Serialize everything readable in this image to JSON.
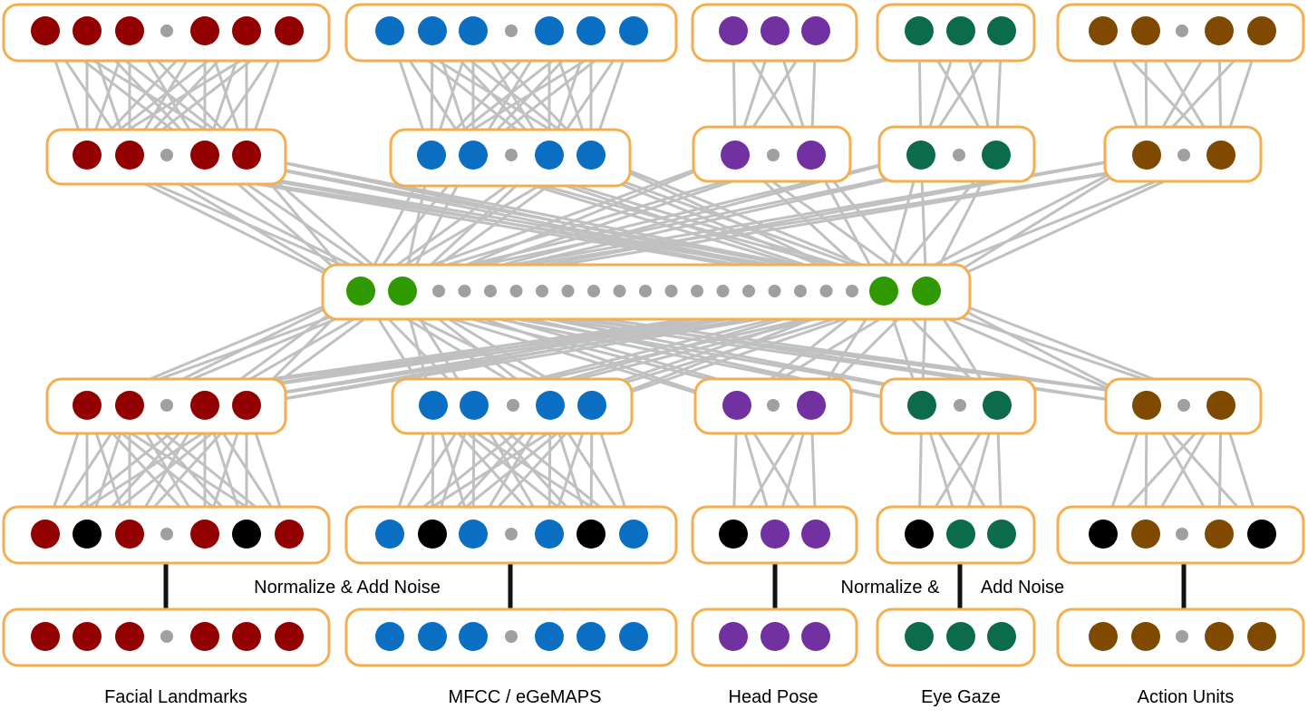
{
  "labels": {
    "facial_landmarks": "Facial Landmarks",
    "mfcc": "MFCC / eGeMAPS",
    "head_pose": "Head Pose",
    "eye_gaze": "Eye Gaze",
    "action_units": "Action Units",
    "normalize_left": "Normalize & Add Noise",
    "normalize_right_a": "Normalize &",
    "normalize_right_b": "Add Noise"
  },
  "colors": {
    "box_border": "#F5AE4E",
    "edge": "#C0C0C0",
    "ellipsis_dot": "#A0A0A0",
    "connector": "#111111",
    "facial_landmarks": "#920000",
    "mfcc": "#0A6FC2",
    "head_pose": "#7231A0",
    "eye_gaze": "#0B6B4A",
    "action_units": "#7F4A00",
    "fusion": "#2E9A00",
    "masked": "#000000"
  },
  "groups": [
    {
      "key": "facial_landmarks",
      "label_key": "facial_landmarks"
    },
    {
      "key": "mfcc",
      "label_key": "mfcc"
    },
    {
      "key": "head_pose",
      "label_key": "head_pose"
    },
    {
      "key": "eye_gaze",
      "label_key": "eye_gaze"
    },
    {
      "key": "action_units",
      "label_key": "action_units"
    }
  ],
  "layers": {
    "output": [
      {
        "group": "facial_landmarks",
        "nodes": [
          "c",
          "c",
          "c",
          "e",
          "c",
          "c",
          "c"
        ]
      },
      {
        "group": "mfcc",
        "nodes": [
          "c",
          "c",
          "c",
          "e",
          "c",
          "c",
          "c"
        ]
      },
      {
        "group": "head_pose",
        "nodes": [
          "c",
          "c",
          "c"
        ]
      },
      {
        "group": "eye_gaze",
        "nodes": [
          "c",
          "c",
          "c"
        ]
      },
      {
        "group": "action_units",
        "nodes": [
          "c",
          "c",
          "e",
          "c",
          "c"
        ]
      }
    ],
    "decoder": [
      {
        "group": "facial_landmarks",
        "nodes": [
          "c",
          "c",
          "e",
          "c",
          "c"
        ]
      },
      {
        "group": "mfcc",
        "nodes": [
          "c",
          "c",
          "e",
          "c",
          "c"
        ]
      },
      {
        "group": "head_pose",
        "nodes": [
          "c",
          "e",
          "c"
        ]
      },
      {
        "group": "eye_gaze",
        "nodes": [
          "c",
          "e",
          "c"
        ]
      },
      {
        "group": "action_units",
        "nodes": [
          "c",
          "e",
          "c"
        ]
      }
    ],
    "fusion": {
      "group": "fusion",
      "nodes": [
        "c",
        "c",
        "e",
        "e",
        "e",
        "e",
        "e",
        "e",
        "e",
        "e",
        "e",
        "e",
        "e",
        "e",
        "e",
        "e",
        "e",
        "e",
        "e",
        "c",
        "c"
      ]
    },
    "encoder": [
      {
        "group": "facial_landmarks",
        "nodes": [
          "c",
          "c",
          "e",
          "c",
          "c"
        ]
      },
      {
        "group": "mfcc",
        "nodes": [
          "c",
          "c",
          "e",
          "c",
          "c"
        ]
      },
      {
        "group": "head_pose",
        "nodes": [
          "c",
          "e",
          "c"
        ]
      },
      {
        "group": "eye_gaze",
        "nodes": [
          "c",
          "e",
          "c"
        ]
      },
      {
        "group": "action_units",
        "nodes": [
          "c",
          "e",
          "c"
        ]
      }
    ],
    "noisy_input": [
      {
        "group": "facial_landmarks",
        "nodes": [
          "c",
          "m",
          "c",
          "e",
          "c",
          "m",
          "c"
        ]
      },
      {
        "group": "mfcc",
        "nodes": [
          "c",
          "m",
          "c",
          "e",
          "c",
          "m",
          "c"
        ]
      },
      {
        "group": "head_pose",
        "nodes": [
          "m",
          "c",
          "c"
        ]
      },
      {
        "group": "eye_gaze",
        "nodes": [
          "m",
          "c",
          "c"
        ]
      },
      {
        "group": "action_units",
        "nodes": [
          "m",
          "c",
          "e",
          "c",
          "m"
        ]
      }
    ],
    "input": [
      {
        "group": "facial_landmarks",
        "nodes": [
          "c",
          "c",
          "c",
          "e",
          "c",
          "c",
          "c"
        ]
      },
      {
        "group": "mfcc",
        "nodes": [
          "c",
          "c",
          "c",
          "e",
          "c",
          "c",
          "c"
        ]
      },
      {
        "group": "head_pose",
        "nodes": [
          "c",
          "c",
          "c"
        ]
      },
      {
        "group": "eye_gaze",
        "nodes": [
          "c",
          "c",
          "c"
        ]
      },
      {
        "group": "action_units",
        "nodes": [
          "c",
          "c",
          "e",
          "c",
          "c"
        ]
      }
    ]
  }
}
